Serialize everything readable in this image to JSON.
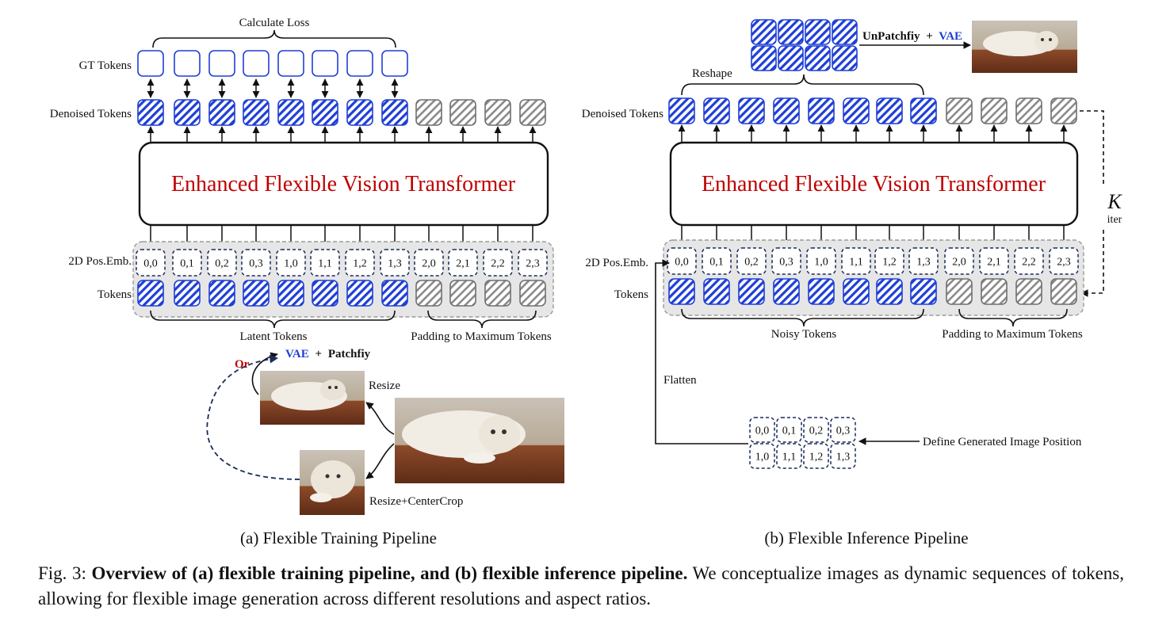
{
  "training": {
    "calc_loss": "Calculate Loss",
    "gt_tokens": "GT Tokens",
    "denoised_tokens": "Denoised Tokens",
    "model": "Enhanced Flexible Vision Transformer",
    "pos_emb": "2D Pos.Emb.",
    "tokens": "Tokens",
    "latent_tokens": "Latent Tokens",
    "padding": "Padding to Maximum Tokens",
    "vae": "VAE",
    "plus": "+",
    "patchify": "Patchfiy",
    "or": "Or",
    "resize": "Resize",
    "resize_crop": "Resize+CenterCrop",
    "subcaption": "(a) Flexible Training Pipeline",
    "coords": [
      "0,0",
      "0,1",
      "0,2",
      "0,3",
      "1,0",
      "1,1",
      "1,2",
      "1,3",
      "2,0",
      "2,1",
      "2,2",
      "2,3"
    ]
  },
  "inference": {
    "unpatchify": "UnPatchfiy",
    "plus": "+",
    "vae": "VAE",
    "reshape": "Reshape",
    "denoised_tokens": "Denoised Tokens",
    "model": "Enhanced Flexible Vision Transformer",
    "k": "K",
    "iter": "iter",
    "pos_emb": "2D Pos.Emb.",
    "tokens": "Tokens",
    "noisy_tokens": "Noisy Tokens",
    "padding": "Padding to Maximum Tokens",
    "flatten": "Flatten",
    "define_pos": "Define Generated Image Position",
    "subcaption": "(b) Flexible Inference Pipeline",
    "coords": [
      "0,0",
      "0,1",
      "0,2",
      "0,3",
      "1,0",
      "1,1",
      "1,2",
      "1,3",
      "2,0",
      "2,1",
      "2,2",
      "2,3"
    ],
    "grid_coords": [
      "0,0",
      "0,1",
      "0,2",
      "0,3",
      "1,0",
      "1,1",
      "1,2",
      "1,3"
    ]
  },
  "caption": {
    "prefix": "Fig. 3: ",
    "bold": "Overview of (a) flexible training pipeline, and (b) flexible inference pipeline.",
    "rest": " We conceptualize images as dynamic sequences of tokens, allowing for flexible image generation across different resolutions and aspect ratios."
  },
  "colors": {
    "blue": "#1f3fd6",
    "gray": "#8a8a8a",
    "red": "#c00000",
    "navy": "#1a2a5a"
  }
}
